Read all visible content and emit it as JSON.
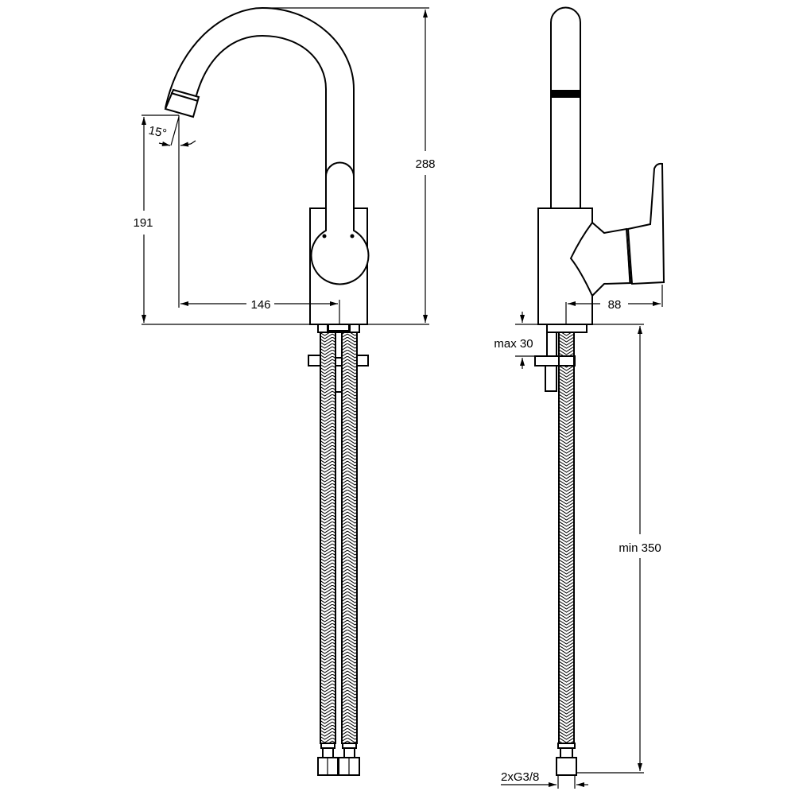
{
  "drawing": {
    "front_view": {
      "dimensions": {
        "total_height": "288",
        "spout_height": "191",
        "spout_reach": "146",
        "spout_angle": "15°"
      }
    },
    "side_view": {
      "dimensions": {
        "handle_depth": "88",
        "max_deck_thickness": "max 30",
        "hose_length": "min 350",
        "connection_thread": "2xG3/8"
      }
    },
    "colors": {
      "line": "#000000",
      "background": "#ffffff"
    }
  }
}
